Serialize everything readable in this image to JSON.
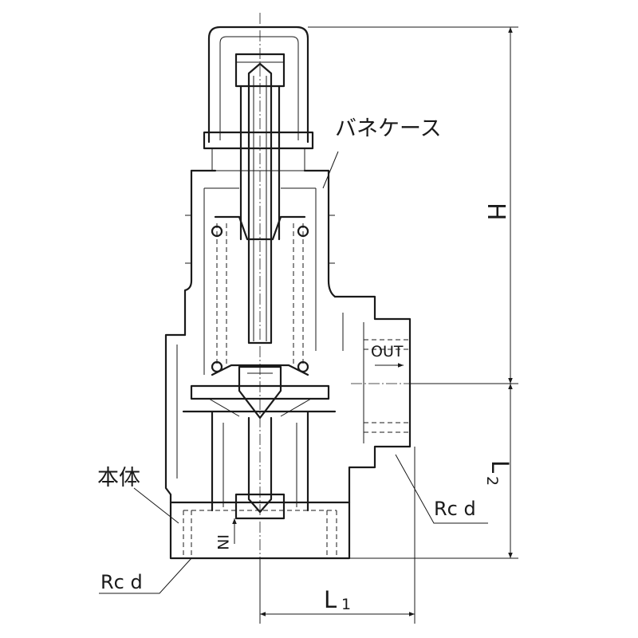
{
  "drawing": {
    "labels": {
      "spring_case": "バネケース",
      "body": "本体",
      "outlet": "OUT",
      "inlet": "IN",
      "thread_outlet": "Rc d",
      "thread_inlet": "Rc d"
    },
    "dimensions": {
      "height": "H",
      "length_1": "L",
      "length_1_sub": "1",
      "length_2": "L",
      "length_2_sub": "2"
    }
  }
}
